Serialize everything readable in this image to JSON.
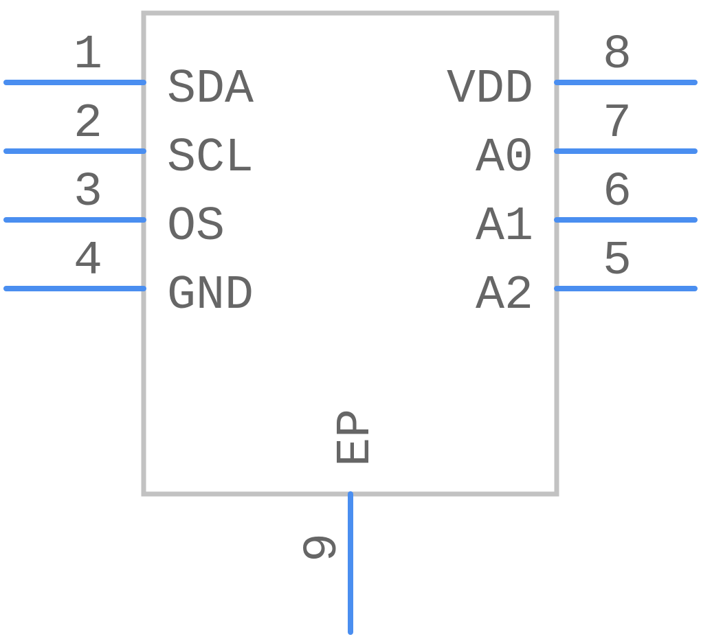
{
  "component": {
    "left_pins": [
      {
        "number": "1",
        "name": "SDA"
      },
      {
        "number": "2",
        "name": "SCL"
      },
      {
        "number": "3",
        "name": "OS"
      },
      {
        "number": "4",
        "name": "GND"
      }
    ],
    "right_pins": [
      {
        "number": "8",
        "name": "VDD"
      },
      {
        "number": "7",
        "name": "A0"
      },
      {
        "number": "6",
        "name": "A1"
      },
      {
        "number": "5",
        "name": "A2"
      }
    ],
    "bottom_pin": {
      "number": "9",
      "name": "EP"
    },
    "colors": {
      "pin": "#4a8ef0",
      "body_outline": "#c2c2c2",
      "text": "#666666"
    }
  }
}
